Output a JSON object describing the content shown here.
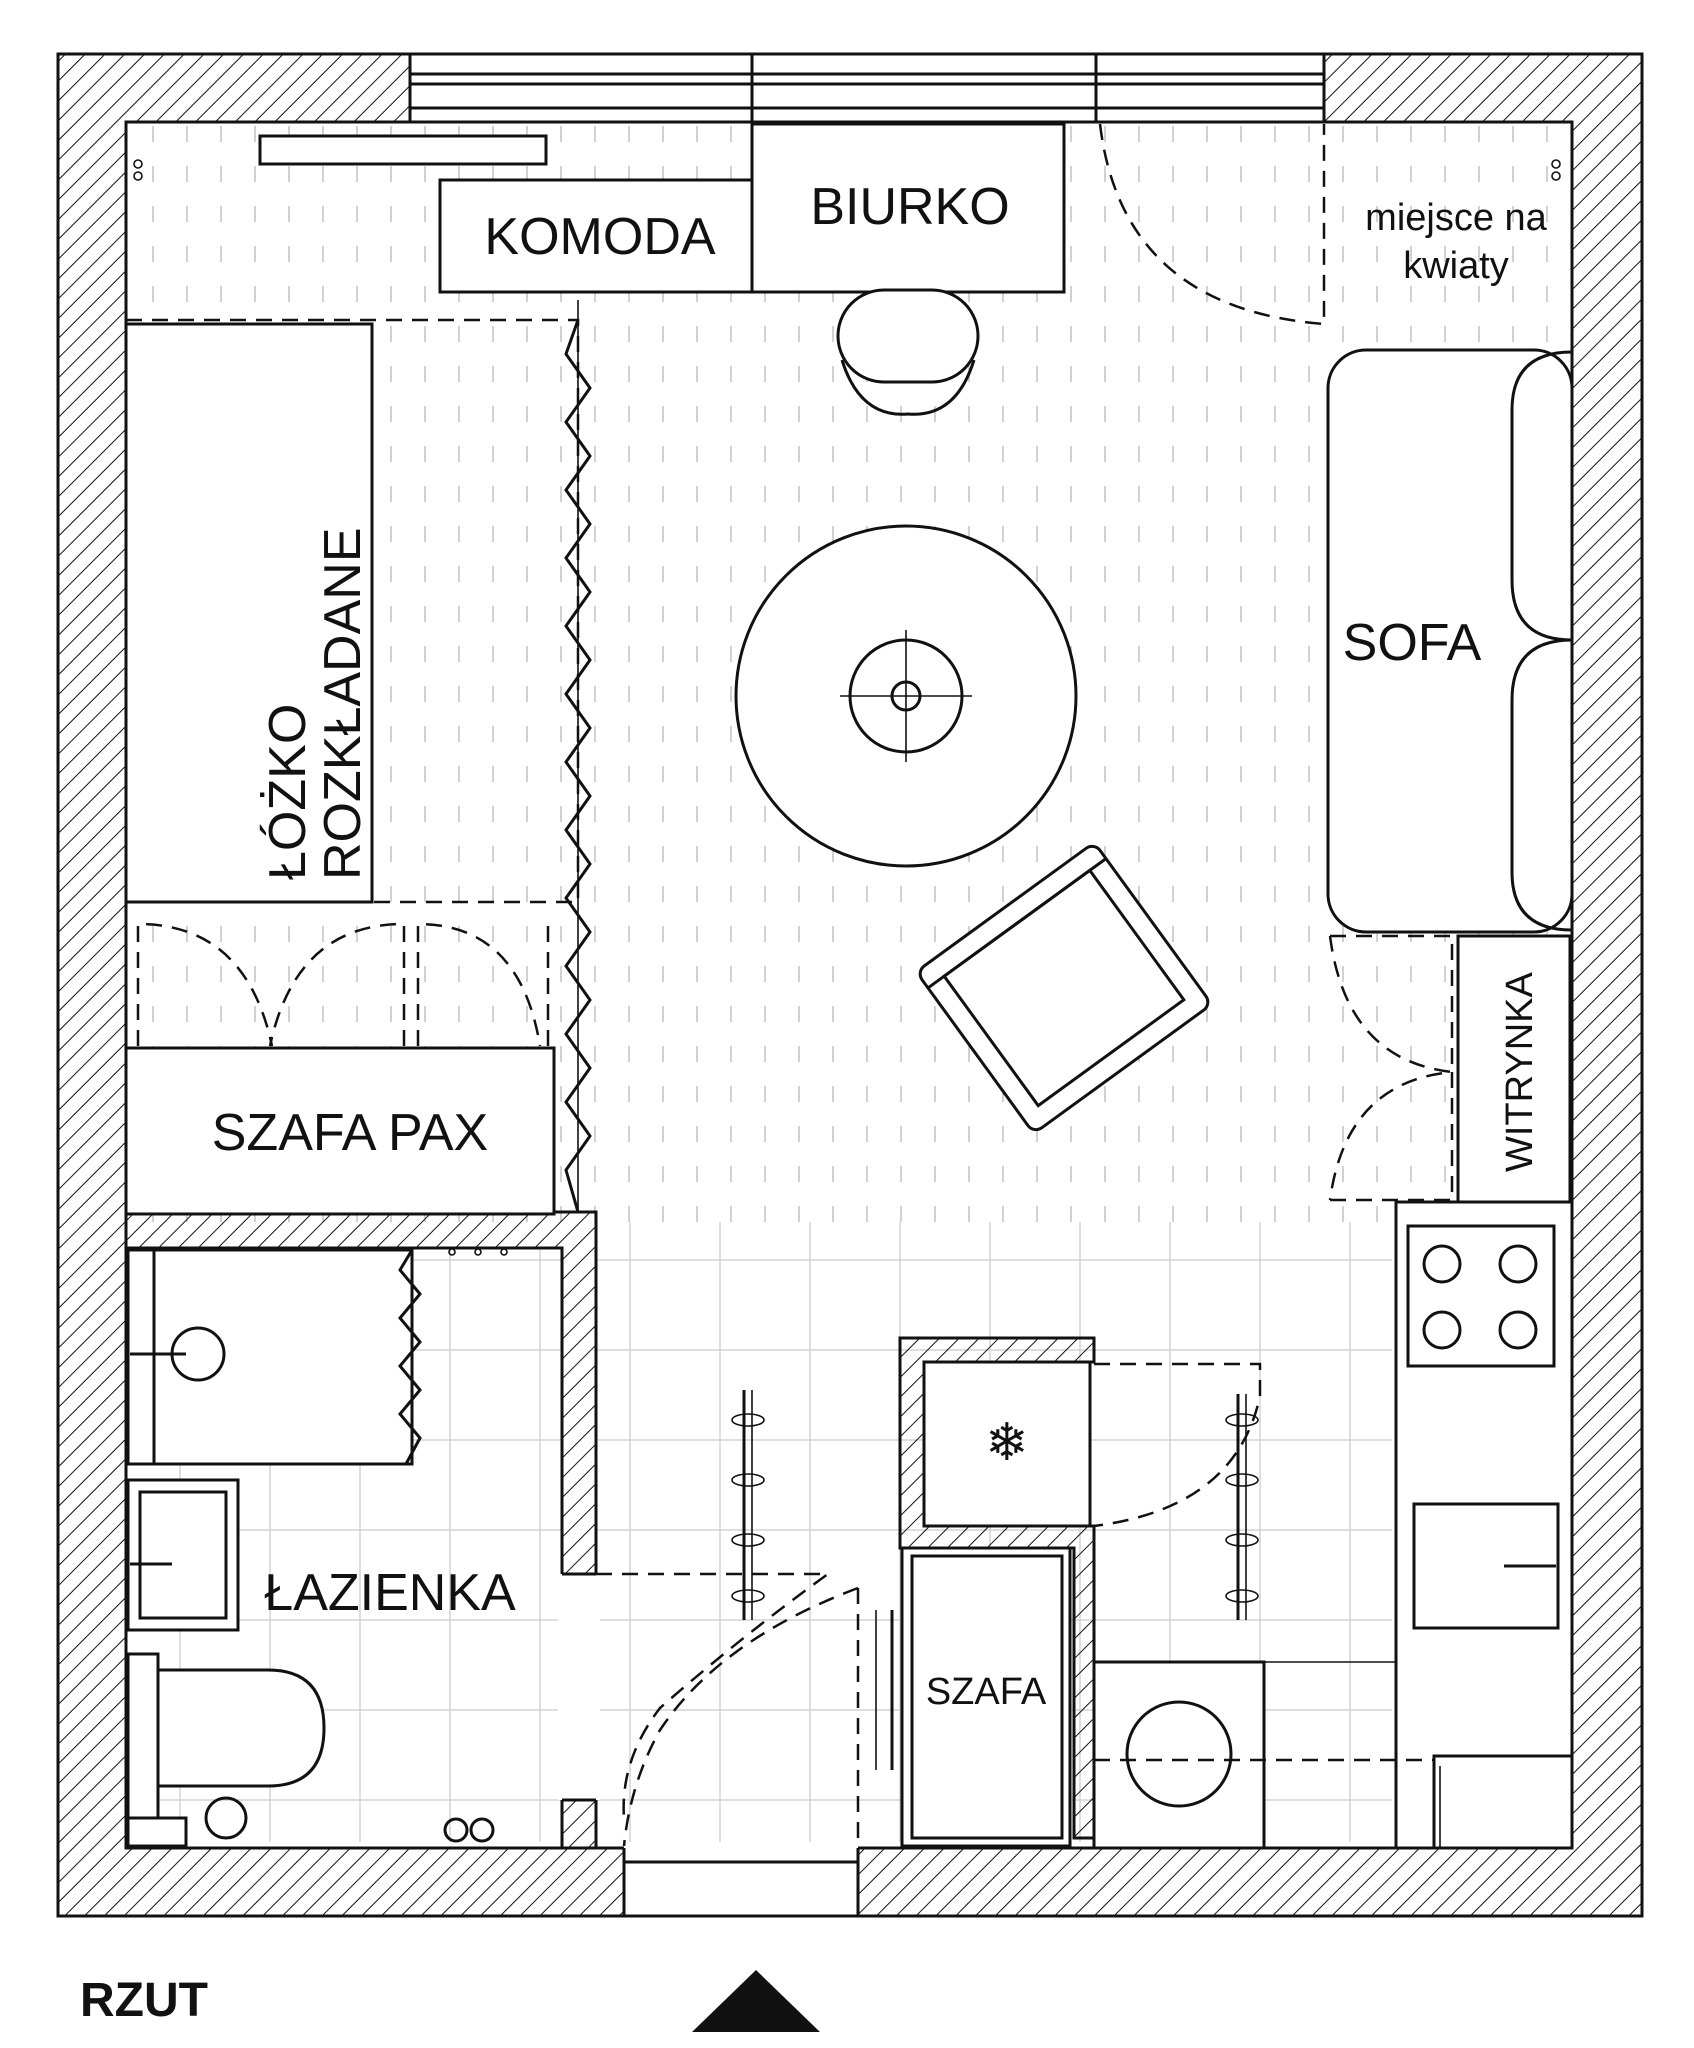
{
  "labels": {
    "komoda": "KOMODA",
    "biurko": "BIURKO",
    "flowers_line1": "miejsce na",
    "flowers_line2": "kwiaty",
    "bed_line1": "ŁÓŻKO",
    "bed_line2": "ROZKŁADANE",
    "sofa": "SOFA",
    "witrynka": "WITRYNKA",
    "szafa_pax": "SZAFA PAX",
    "lazienka": "ŁAZIENKA",
    "szafa": "SZAFA",
    "title": "RZUT"
  },
  "icons": {
    "freezer": "snowflake-icon",
    "north": "triangle-up-icon"
  },
  "colors": {
    "ink": "#111111",
    "background": "#ffffff"
  }
}
